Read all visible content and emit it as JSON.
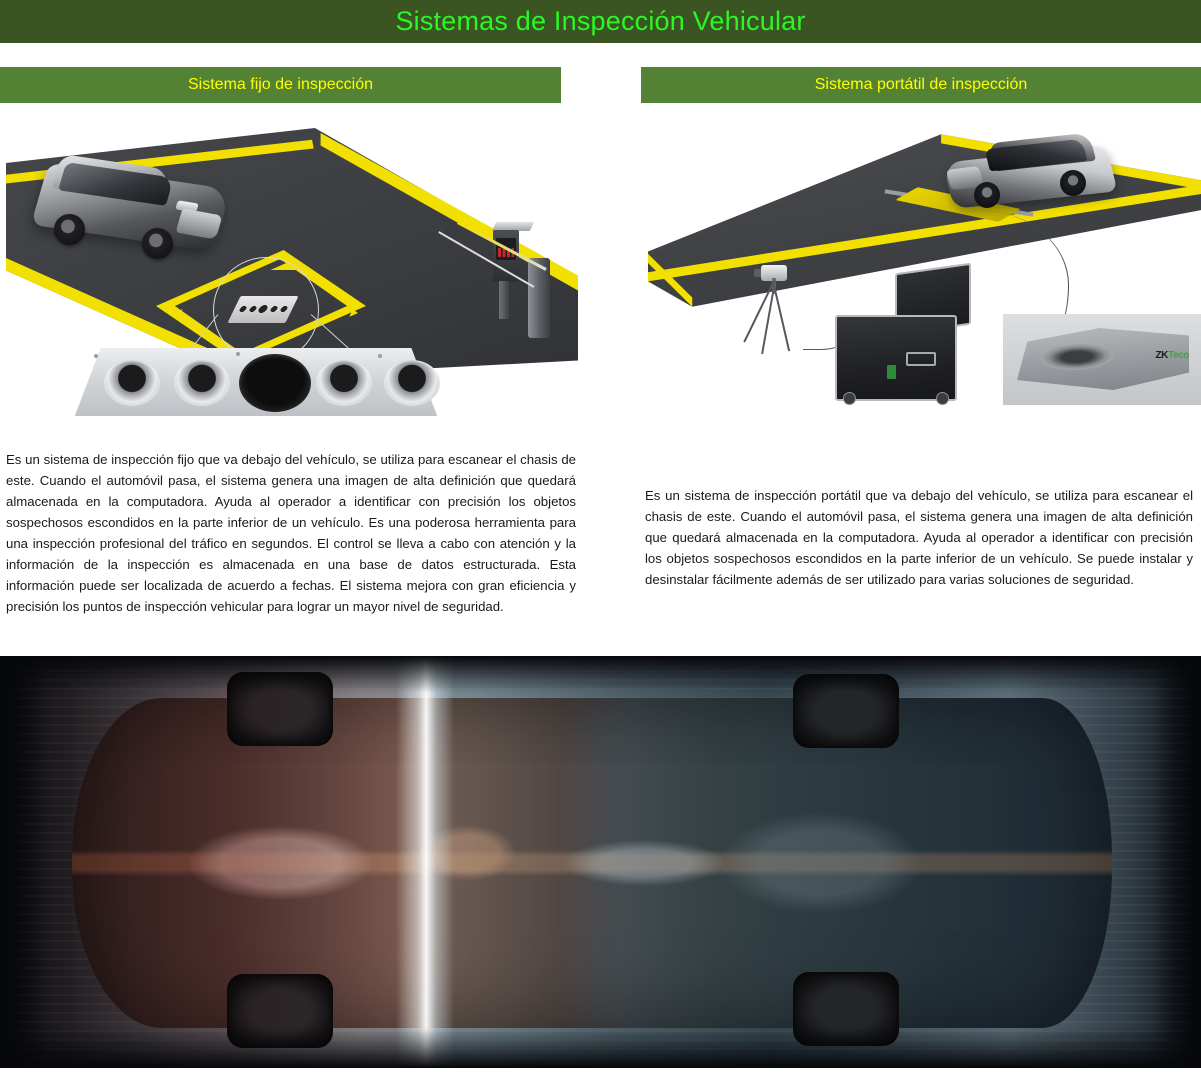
{
  "page": {
    "title": "Sistemas de Inspección Vehicular",
    "title_bg": "#3a5522",
    "title_color": "#2bf724",
    "section_bar_bg": "#538234",
    "section_bar_color": "#ffff00"
  },
  "sections": [
    {
      "id": "fixed",
      "heading": "Sistema fijo de inspección",
      "figure_name": "fixed-inspection-system-illustration",
      "body": "Es un sistema de inspección fijo que va debajo del vehículo, se utiliza para escanear el chasis de este. Cuando el automóvil pasa, el sistema genera una imagen de alta definición que quedará almacenada en la computadora. Ayuda al operador a identificar con precisión los objetos sospechosos escondidos en la parte inferior de un vehículo. Es una poderosa herramienta para una inspección profesional del tráfico en segundos. El control se lleva a cabo con atención y la información de la inspección es almacenada en una base de datos estructurada. Esta información puede ser localizada de acuerdo a fechas. El sistema mejora con gran eficiencia y precisión los puntos de inspección vehicular para lograr un mayor nivel de seguridad."
    },
    {
      "id": "portable",
      "heading": "Sistema portátil de inspección",
      "figure_name": "portable-inspection-system-illustration",
      "body": "Es un sistema de inspección portátil que va debajo del vehículo, se utiliza para escanear el chasis de este. Cuando el automóvil pasa, el sistema genera una imagen de alta definición que quedará almacenada en la computadora. Ayuda al operador a identificar con precisión los objetos sospechosos escondidos en la parte inferior de un vehículo. Se puede instalar y desinstalar fácilmente además de ser utilizado para varias soluciones de seguridad."
    }
  ],
  "portable_figure": {
    "brand_logo_prefix": "ZK",
    "brand_logo_suffix": "Teco"
  },
  "scan_image": {
    "name": "vehicle-underbody-scan-photo",
    "description": "Imagen de escaneo de los bajos del vehículo"
  }
}
